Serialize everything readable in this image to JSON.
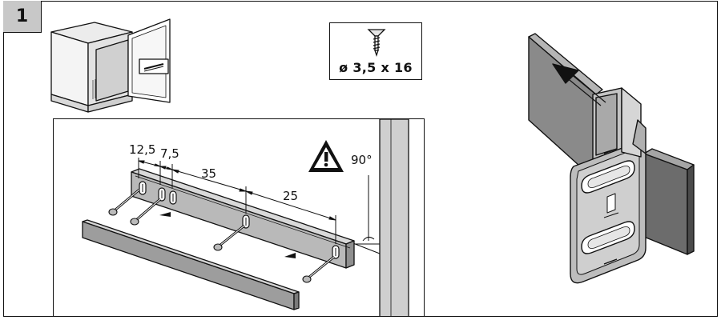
{
  "step": {
    "number": "1"
  },
  "screw": {
    "spec": "ø 3,5 x 16",
    "icon": "countersunk-screw-icon"
  },
  "dimensions": {
    "d1": "12,5",
    "d2": "7,5",
    "d3": "35",
    "d4": "25"
  },
  "angle": {
    "label": "90°",
    "icon": "warning-triangle-icon"
  },
  "colors": {
    "panel_gray": "#c8c8c8",
    "rail_gray": "#9a9a9a",
    "dark_gray": "#555555",
    "wall_gray": "#cfcfcf"
  }
}
